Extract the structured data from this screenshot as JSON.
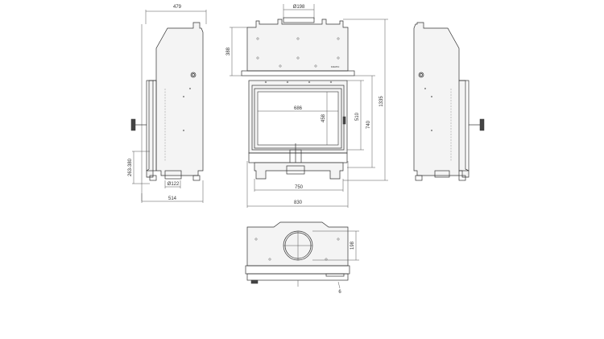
{
  "dimensions": {
    "side_depth_top": "479",
    "flue_diameter": "Ø198",
    "hood_height": "388",
    "total_height": "1335",
    "total_depth": "514",
    "inlet_diameter": "Ø122",
    "inlet_height_range": "263-380",
    "glass_width": "686",
    "glass_height": "458",
    "door_height": "510",
    "firebox_height": "740",
    "front_width_inner": "750",
    "front_width_outer": "830",
    "top_view_flue": "198",
    "small_mark": "6"
  },
  "brand_badge": "KRATKI"
}
